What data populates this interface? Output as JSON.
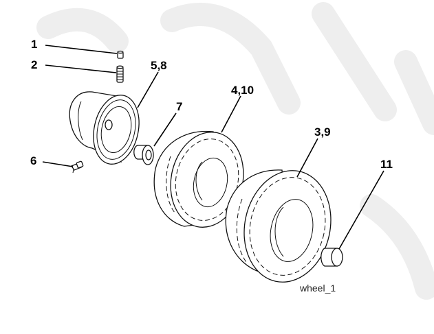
{
  "diagram": {
    "caption": "wheel_1",
    "callouts": {
      "c1": "1",
      "c2": "2",
      "c3_9": "3,9",
      "c4_10": "4,10",
      "c5_8": "5,8",
      "c6": "6",
      "c7": "7",
      "c11": "11"
    }
  }
}
